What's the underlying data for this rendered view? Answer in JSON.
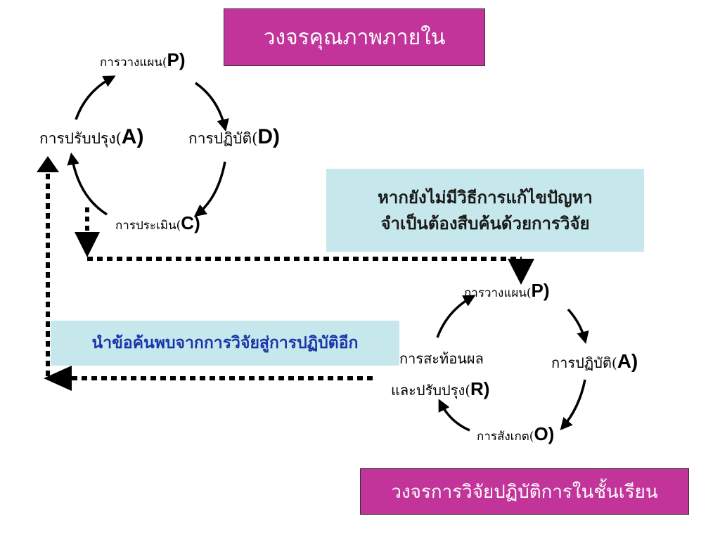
{
  "title_top": "วงจรคุณภาพภายใน",
  "title_bottom": "วงจรการวิจัยปฏิบัติการในชั้นเรียน",
  "note": {
    "line1": "หากยังไม่มีวิธีการแก้ไขปัญหา",
    "line2": "จำเป็นต้องสืบค้นด้วยการวิจัย"
  },
  "return_note": "นำข้อค้นพบจากการวิจัยสู่การปฏิบัติอีก",
  "cycle_top": {
    "plan": {
      "text": "การวางแผน(",
      "letter": "P)"
    },
    "do": {
      "text": "การปฏิบัติ(",
      "letter": "D)"
    },
    "check": {
      "text": "การประเมิน(",
      "letter": "C)"
    },
    "act": {
      "text": "การปรับปรุง(",
      "letter": "A)"
    }
  },
  "cycle_bottom": {
    "plan": {
      "text": "การวางแผน(",
      "letter": "P)"
    },
    "act": {
      "text": "การปฏิบัติ(",
      "letter": "A)"
    },
    "observe": {
      "text": "การสังเกต(",
      "letter": "O)"
    },
    "reflect_line1": "การสะท้อนผล",
    "reflect_line2": {
      "text": "และปรับปรุง(",
      "letter": "R)"
    }
  },
  "colors": {
    "title_bg": "#c2349a",
    "note_bg": "#c6e8ec",
    "return_text": "#1a35a8"
  }
}
